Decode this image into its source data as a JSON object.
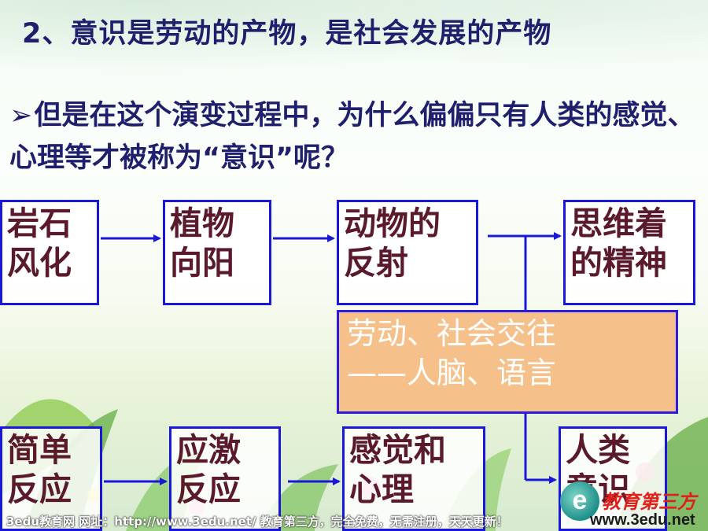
{
  "slide": {
    "title": "2、意识是劳动的产物，是社会发展的产物",
    "question": {
      "bullet": "➢",
      "text": "但是在这个演变过程中，为什么偏偏只有人类的感觉、心理等才被称为“意识”呢？"
    }
  },
  "flow_top": [
    {
      "line1": "岩石",
      "line2": "风化"
    },
    {
      "line1": "植物",
      "line2": "向阳"
    },
    {
      "line1": "动物的",
      "line2": "反射"
    },
    {
      "line1": "思维着",
      "line2": "的精神"
    }
  ],
  "middle_box": {
    "line1": "劳动、社会交往",
    "line2": "——人脑、语言"
  },
  "flow_bottom": [
    {
      "line1": "简单",
      "line2": "反应"
    },
    {
      "line1": "应激",
      "line2": "反应"
    },
    {
      "line1": "感觉和",
      "line2": "心理"
    },
    {
      "line1": "人类",
      "line2": "意识"
    }
  ],
  "footer": {
    "left_text": "3edu教育网  网址：http://www.3edu.net/  教育第三方，完全免费，无需注册，天天更新！",
    "logo_letter": "e",
    "brand": "教育第三方",
    "site": "www.3edu.net"
  },
  "colors": {
    "text": "#1f1f6e",
    "box_border": "#1a18d8",
    "box_text": "#5b1a2c",
    "orange_box": "#f6c08a"
  }
}
